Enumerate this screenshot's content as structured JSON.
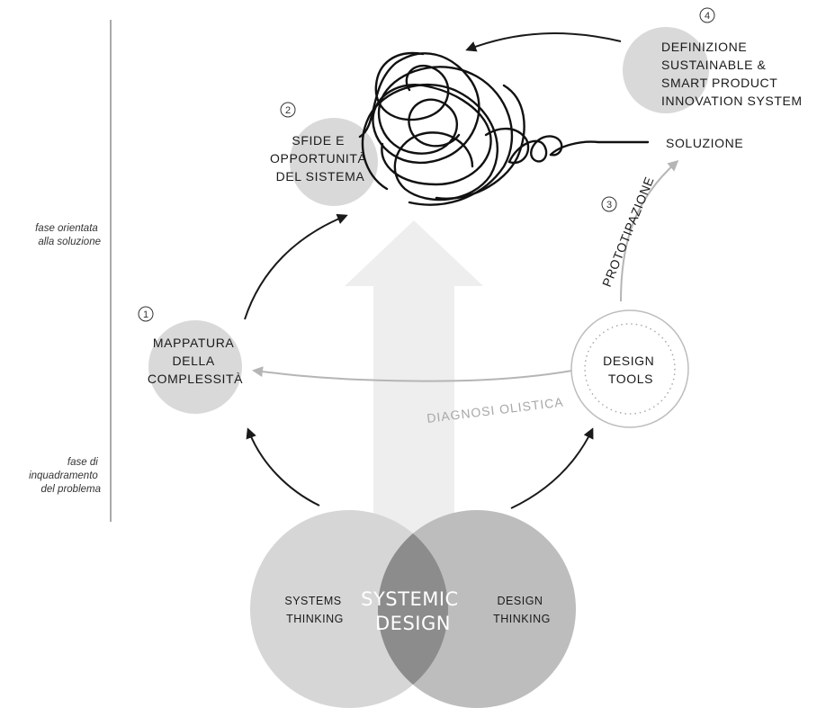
{
  "side_labels": {
    "top": [
      "fase orientata",
      "alla soluzione"
    ],
    "bottom": [
      "fase di",
      "inquadramento",
      "del problema"
    ]
  },
  "venn": {
    "left": [
      "SYSTEMS",
      "THINKING"
    ],
    "center": [
      "SYSTEMIC",
      "DESIGN"
    ],
    "right": [
      "DESIGN",
      "THINKING"
    ]
  },
  "nodes": {
    "mappatura": {
      "number": "1",
      "lines": [
        "MAPPATURA",
        "DELLA",
        "COMPLESSITÀ"
      ]
    },
    "sfide": {
      "number": "2",
      "lines": [
        "SFIDE E",
        "OPPORTUNITÀ",
        "DEL SISTEMA"
      ]
    },
    "prototipazione": {
      "number": "3",
      "label": "PROTOTIPAZIONE"
    },
    "definizione": {
      "number": "4",
      "lines": [
        "DEFINIZIONE",
        "SUSTAINABLE &",
        "SMART PRODUCT",
        "INNOVATION SYSTEM"
      ]
    },
    "design_tools": {
      "lines": [
        "DESIGN",
        "TOOLS"
      ]
    }
  },
  "soluzione": "SOLUZIONE",
  "diagnosi": "DIAGNOSI OLISTICA",
  "colors": {
    "node_fill": "#d9d9d9",
    "venn_left": "#d6d6d6",
    "venn_right": "#bdbdbd",
    "venn_center": "#8c8c8c",
    "big_arrow": "#eeeeee",
    "black_arrow": "#1a1a1a",
    "grey_arrow": "#b5b5b5"
  }
}
